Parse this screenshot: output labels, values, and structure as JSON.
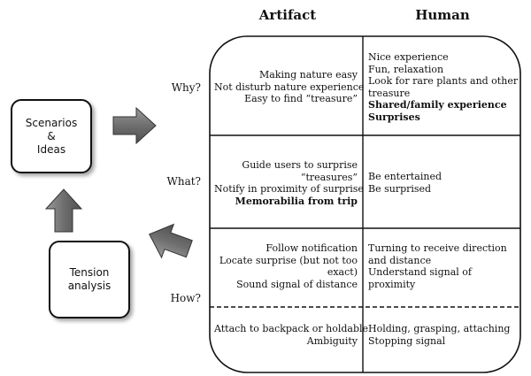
{
  "columns": {
    "artifact": "Artifact",
    "human": "Human"
  },
  "rows": [
    {
      "label": "Why?",
      "artifact": [
        {
          "text": "Making nature easy",
          "bold": false
        },
        {
          "text": "Not disturb nature experience",
          "bold": false
        },
        {
          "text": "Easy to find “treasure”",
          "bold": false
        }
      ],
      "human": [
        {
          "text": "Nice experience",
          "bold": false
        },
        {
          "text": "Fun, relaxation",
          "bold": false
        },
        {
          "text": "Look for rare plants and other",
          "bold": false
        },
        {
          "text": "treasure",
          "bold": false
        },
        {
          "text": "Shared/family experience",
          "bold": true
        },
        {
          "text": "Surprises",
          "bold": true
        }
      ]
    },
    {
      "label": "What?",
      "artifact": [
        {
          "text": "Guide users to surprise",
          "bold": false
        },
        {
          "text": "“treasures”",
          "bold": false
        },
        {
          "text": "Notify in proximity of surprise",
          "bold": false
        },
        {
          "text": "Memorabilia from trip",
          "bold": true
        }
      ],
      "human": [
        {
          "text": "Be entertained",
          "bold": false
        },
        {
          "text": "Be surprised",
          "bold": false
        }
      ]
    },
    {
      "label": "How?",
      "artifact": [
        {
          "text": "Follow notification",
          "bold": false
        },
        {
          "text": "Locate surprise (but not too",
          "bold": false
        },
        {
          "text": "exact)",
          "bold": false
        },
        {
          "text": "Sound signal of distance",
          "bold": false
        }
      ],
      "human": [
        {
          "text": "Turning to receive direction",
          "bold": false
        },
        {
          "text": "and distance",
          "bold": false
        },
        {
          "text": "Understand signal of",
          "bold": false
        },
        {
          "text": "proximity",
          "bold": false
        }
      ]
    },
    {
      "label": "",
      "artifact": [
        {
          "text": "Attach to backpack or holdable",
          "bold": false
        },
        {
          "text": "Ambiguity",
          "bold": false
        }
      ],
      "human": [
        {
          "text": "Holding, grasping,  attaching",
          "bold": false
        },
        {
          "text": "Stopping signal",
          "bold": false
        }
      ]
    }
  ],
  "boxes": {
    "scenarios": [
      "Scenarios",
      "&",
      "Ideas"
    ],
    "tension": [
      "Tension",
      "analysis"
    ]
  }
}
